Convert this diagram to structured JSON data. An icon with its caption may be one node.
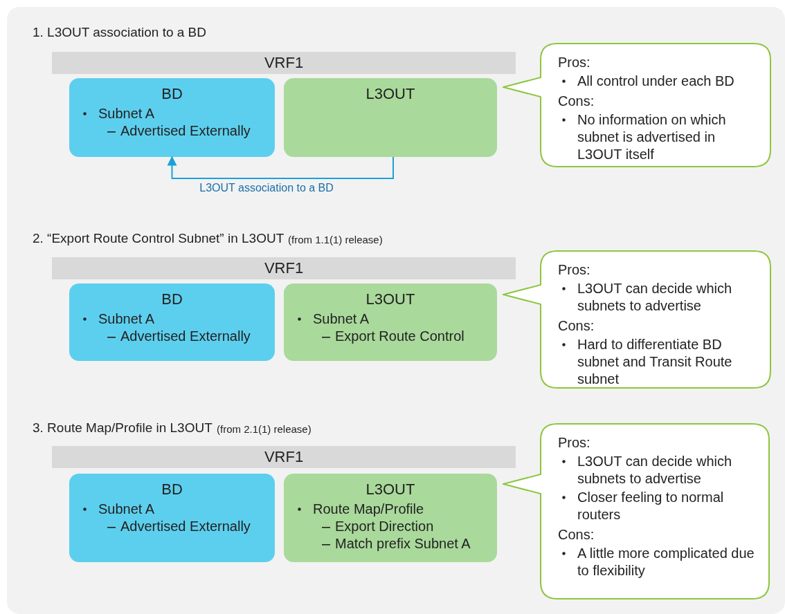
{
  "diagram": {
    "nodes": [
      {
        "text": [
          "VRF1"
        ]
      },
      {
        "text": [
          "BD",
          "Subnet A",
          "Advertised Externally"
        ]
      },
      {
        "text": [
          "L3OUT"
        ]
      },
      {
        "text": [
          "Pros:",
          "All control under each BD",
          "Cons:",
          "No information on which subnet is advertised in L3OUT itself"
        ]
      },
      {
        "text": [
          "VRF1"
        ]
      },
      {
        "text": [
          "BD",
          "Subnet A",
          "Advertised Externally"
        ]
      },
      {
        "text": [
          "L3OUT",
          "Subnet A",
          "Export Route Control"
        ]
      },
      {
        "text": [
          "Pros:",
          "L3OUT can decide which subnets to advertise",
          "Cons:",
          "Hard to differentiate BD subnet and Transit Route subnet"
        ]
      },
      {
        "text": [
          "VRF1"
        ]
      },
      {
        "text": [
          "BD",
          "Subnet A",
          "Advertised Externally"
        ]
      },
      {
        "text": [
          "L3OUT",
          "Route Map/Profile",
          "Export Direction",
          "Match prefix Subnet A"
        ]
      },
      {
        "text": [
          "Pros:",
          "L3OUT can decide which subnets to advertise",
          "Closer feeling to normal routers",
          "Cons:",
          "A little more complicated due to flexibility"
        ]
      }
    ],
    "edges": [
      {
        "from": 2,
        "to": 1,
        "arrow": "to",
        "label": "L3OUT association to a BD"
      }
    ],
    "labels": [
      "1. L3OUT association to a BD",
      "2. “Export Route Control Subnet” in L3OUT",
      "(from 1.1(1) release)",
      "3. Route Map/Profile in L3OUT",
      "(from 2.1(1) release)"
    ]
  }
}
